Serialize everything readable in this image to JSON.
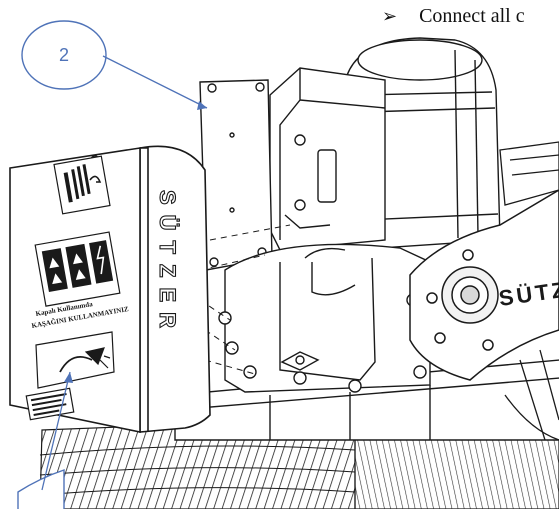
{
  "bullet": {
    "symbol": "➢",
    "text": "Connect all c"
  },
  "callouts": {
    "upper": "2",
    "lower": ""
  },
  "drawing": {
    "brand_vertical": "SÜTZER",
    "brand_side": "SÜTZER",
    "warning_title": "Kapalı Kullanımda",
    "warning_subtitle": "KAŞAĞINI KULLANMAYINIZ"
  },
  "colors": {
    "callout": "#4f73b8",
    "line": "#1a1a1a"
  },
  "icons": [
    "arrow-bullet-icon",
    "warning-triangle-icon",
    "electric-hazard-icon",
    "gear-icon"
  ]
}
